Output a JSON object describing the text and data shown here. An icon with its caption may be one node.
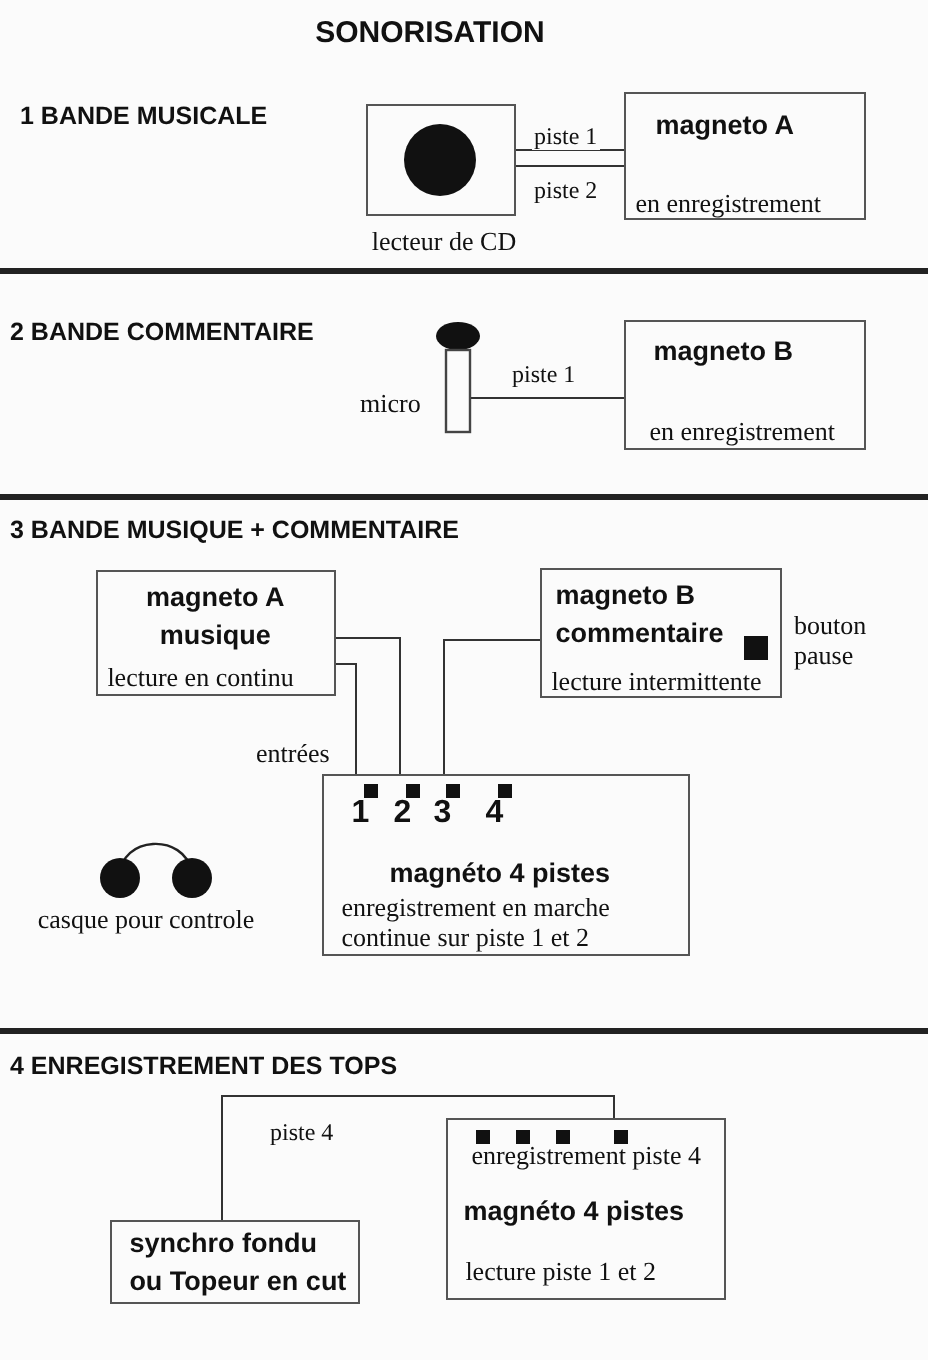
{
  "diagram": {
    "title": "SONORISATION",
    "nodes": [
      {
        "text": [
          "lecteur de CD"
        ]
      },
      {
        "text": [
          "magneto A",
          "en enregistrement"
        ]
      },
      {
        "text": [
          "micro"
        ]
      },
      {
        "text": [
          "magneto B",
          "en enregistrement"
        ]
      },
      {
        "text": [
          "magneto A musique",
          "lecture en continu"
        ]
      },
      {
        "text": [
          "magneto B commentaire",
          "lecture intermittente"
        ],
        "beside": [
          "bouton pause"
        ]
      },
      {
        "text": [
          "1",
          "2",
          "3",
          "4",
          "magnéto 4 pistes",
          "enregistrement en marche continue sur piste 1 et 2"
        ]
      },
      {
        "text": [
          "casque pour controle"
        ]
      },
      {
        "text": [
          "synchro fondu ou Topeur en cut"
        ]
      },
      {
        "text": [
          "enregistrement piste 4",
          "magnéto 4 pistes",
          "lecture piste 1 et 2"
        ]
      }
    ],
    "edges": [
      {
        "from": 0,
        "to": 1,
        "label": "piste 1",
        "arrow": "none"
      },
      {
        "from": 0,
        "to": 1,
        "label": "piste 2",
        "arrow": "none"
      },
      {
        "from": 2,
        "to": 3,
        "label": "piste 1",
        "arrow": "none"
      },
      {
        "from": 4,
        "to": 6,
        "arrow": "none"
      },
      {
        "from": 4,
        "to": 6,
        "arrow": "none"
      },
      {
        "from": 5,
        "to": 6,
        "arrow": "none"
      },
      {
        "from": 8,
        "to": 9,
        "label": "piste 4",
        "arrow": "none"
      }
    ],
    "labels": [
      "1 BANDE MUSICALE",
      "2 BANDE COMMENTAIRE",
      "3 BANDE MUSIQUE + COMMENTAIRE",
      "entrées",
      "4 ENREGISTREMENT DES TOPS"
    ]
  }
}
